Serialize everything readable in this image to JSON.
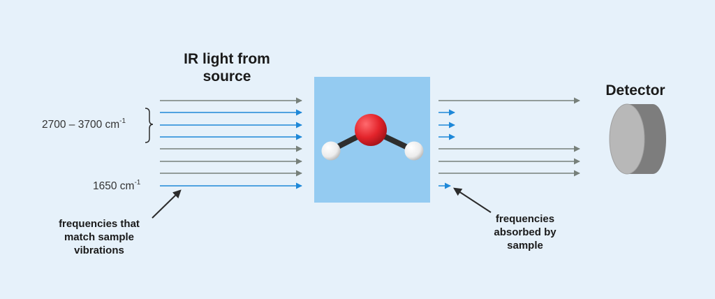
{
  "source_title": "IR light from source",
  "detector_title": "Detector",
  "range_label": {
    "text": "2700 – 3700 cm",
    "sup": "-1"
  },
  "bend_label": {
    "text": "1650 cm",
    "sup": "-1"
  },
  "note_left": "frequencies that match sample vibrations",
  "note_right": "frequencies absorbed by sample",
  "colors": {
    "background": "#e6f1fa",
    "sample_box": "#94cbf1",
    "ray_gray": "#77807a",
    "ray_blue": "#1e88d8",
    "oxygen": "#e3242b",
    "hydrogen": "#f0f0f0",
    "bond": "#2e2e2e",
    "detector_face": "#b8b8b8",
    "detector_body": "#7d7d7d"
  }
}
